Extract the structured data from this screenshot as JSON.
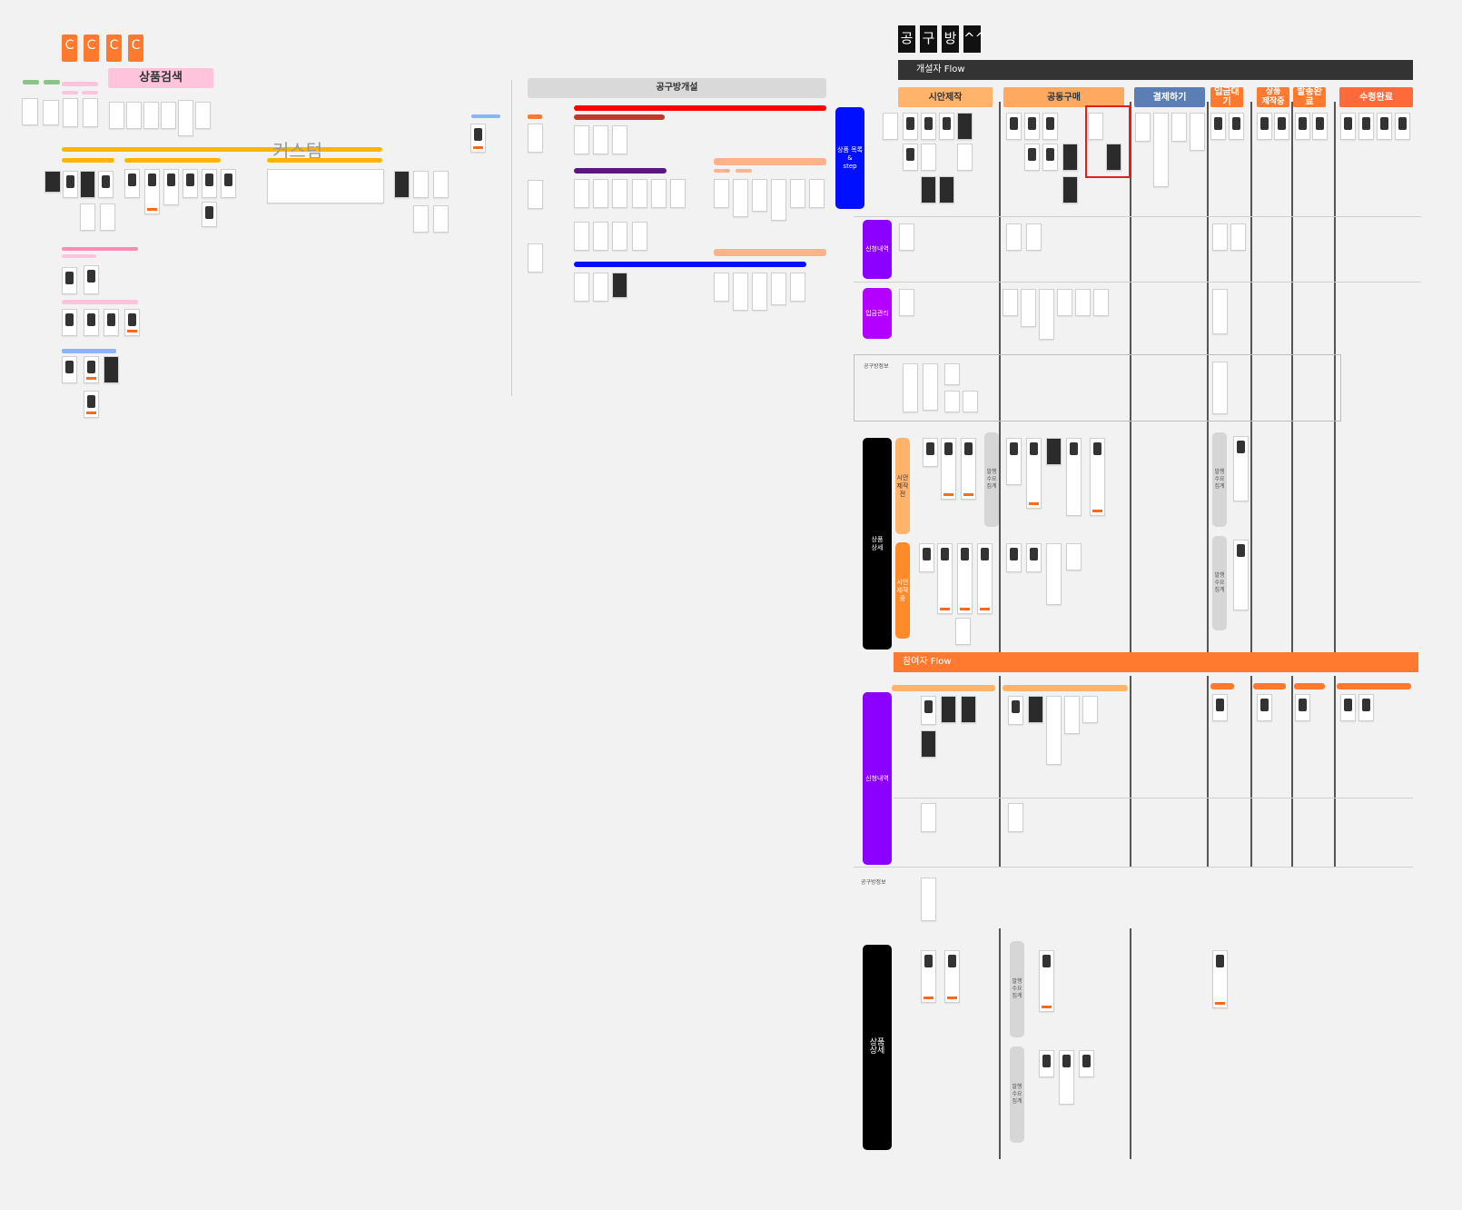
{
  "left_board": {
    "c_tiles": [
      "C",
      "C",
      "C",
      "C"
    ],
    "search_title": "상품검색",
    "custom_label": "커스텀"
  },
  "middle_board": {
    "open_title": "공구방개설"
  },
  "right_board": {
    "title_tiles": [
      "공",
      "구",
      "방",
      "^^"
    ],
    "creator_flow_label": "개설자 Flow",
    "participant_flow_label": "참여자 Flow",
    "steps": [
      "시안제작",
      "공동구매",
      "결제하기",
      "입금대기",
      "상품\n제작중",
      "발송완료",
      "수령완료"
    ],
    "lane_labels": {
      "product_list_step": "상품 목록\n&\nstep",
      "apply_list": "신청내역",
      "deposit_manage": "입금관리",
      "room_info": "공구방정보",
      "product_detail": "상품\n상세",
      "sample_before": "시안\n제작\n전",
      "sample_during": "시안\n제작\n중",
      "quantity_sum_1": "발행\n수요\n집계",
      "apply_list_2": "신청내역",
      "room_info_2": "공구방정보",
      "product_detail_2": "상품\n상세",
      "quantity_sum_2": "발행\n수요\n집계"
    }
  },
  "colors": {
    "canvas": "#f2f2f2",
    "orange": "#ff7a2e",
    "peach": "#ffb36b",
    "blue_step": "#5b7fb5",
    "purple": "#8b00ff",
    "magenta": "#b400ff",
    "blue": "#0010ff",
    "black": "#000000",
    "dark_bar": "#333333",
    "pink": "#ffc4dc"
  }
}
